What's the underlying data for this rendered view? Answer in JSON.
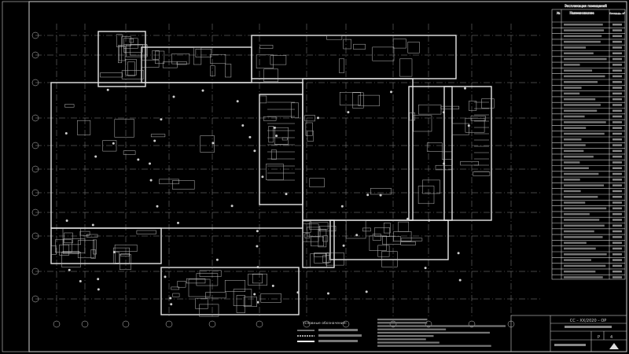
{
  "drawing": {
    "title": "Floor plan",
    "code": "СС – ХХ/2020 – ОР",
    "stage": "Р",
    "sheet": "4",
    "schedule_title": "Экспликация помещений",
    "schedule_header_num": "№",
    "schedule_header_name": "Наименование",
    "schedule_header_area": "Площадь, м²",
    "legend_title": "Условные обозначения:"
  },
  "colors": {
    "background": "#000000",
    "lines": "#e0e0e0",
    "grid": "#9a9a9a"
  }
}
